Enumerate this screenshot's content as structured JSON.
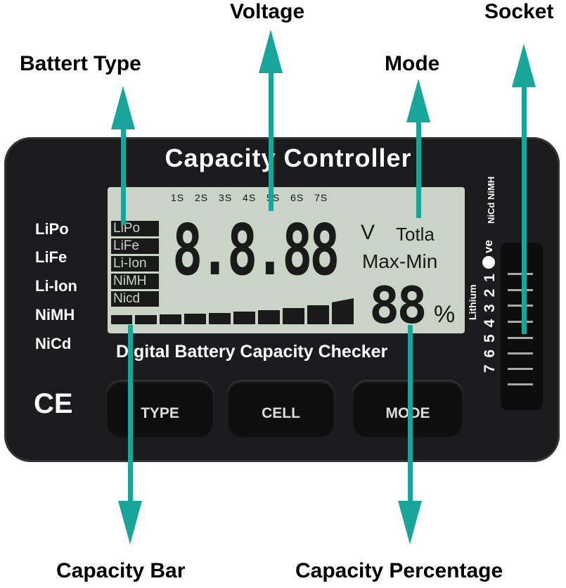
{
  "callouts": {
    "battery_type": "Battert Type",
    "voltage": "Voltage",
    "mode": "Mode",
    "socket": "Socket",
    "capacity_bar": "Capacity Bar",
    "capacity_percentage": "Capacity Percentage"
  },
  "device": {
    "title": "Capacity Controller",
    "subtitle": "Digital Battery Capacity Checker",
    "side_labels": [
      "LiPo",
      "LiFe",
      "Li-Ion",
      "NiMH",
      "NiCd"
    ],
    "ce_mark": "CE",
    "buttons": [
      "TYPE",
      "CELL",
      "MODE"
    ],
    "socket_labels": {
      "top": "NiCd NiMH",
      "numbers": "7 6 5 4 3 2 1",
      "ve": "ve",
      "lithium": "Lithium"
    }
  },
  "lcd": {
    "cells": "1S 2S 3S 4S 5S 6S 7S",
    "types": [
      "LiPo",
      "LiFe",
      "Li-Ion",
      "NiMH",
      "Nicd"
    ],
    "digits": "8.8.88",
    "unit": "V",
    "mode_total": "Totla",
    "mode_maxmin": "Max-Min",
    "percent_digits": "88",
    "percent_sign": "%"
  },
  "colors": {
    "arrow": "#1aa59a",
    "lcd": "#c9d3c6",
    "body": "#1b1b1d"
  }
}
